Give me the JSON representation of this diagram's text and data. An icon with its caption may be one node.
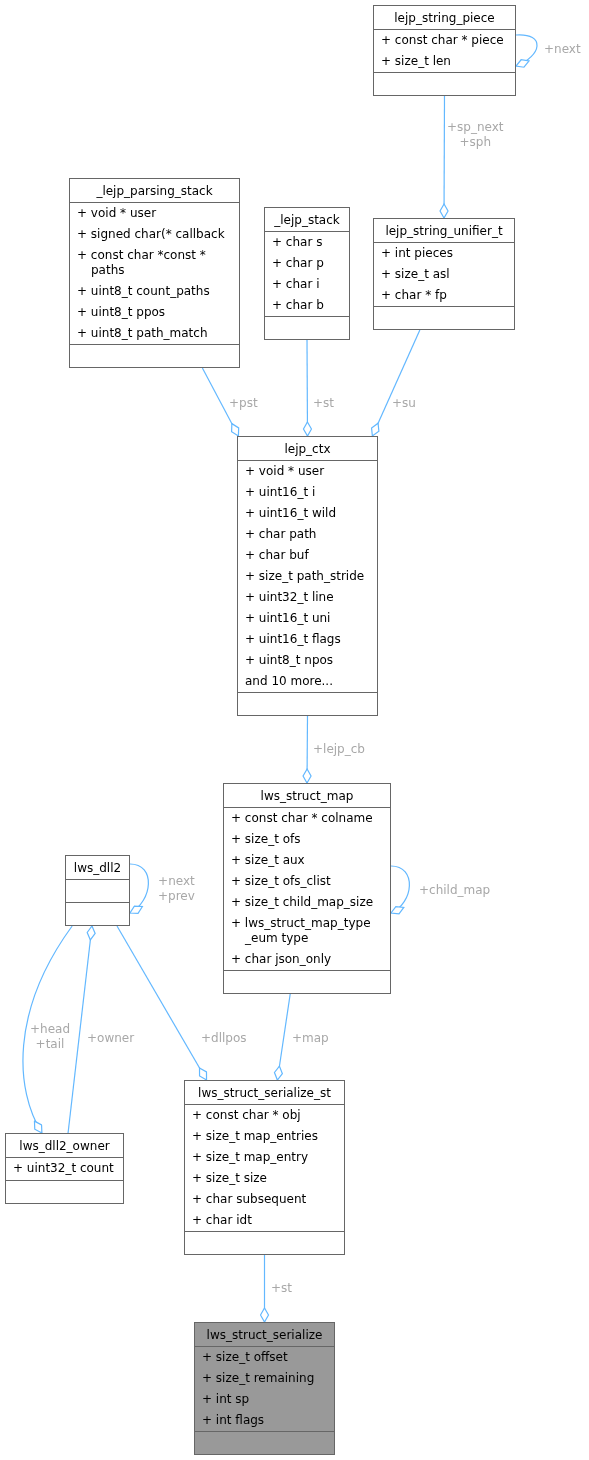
{
  "diagram": {
    "nodes": [
      {
        "text": [
          "lejp_string_piece",
          "+ const char * piece",
          "+ size_t len"
        ]
      },
      {
        "text": [
          "_lejp_parsing_stack",
          "+ void * user",
          "+ signed char(* callback",
          "+ const char *const * paths",
          "+ uint8_t count_paths",
          "+ uint8_t ppos",
          "+ uint8_t path_match"
        ]
      },
      {
        "text": [
          "_lejp_stack",
          "+ char s",
          "+ char p",
          "+ char i",
          "+ char b"
        ]
      },
      {
        "text": [
          "lejp_string_unifier_t",
          "+ int pieces",
          "+ size_t asl",
          "+ char * fp"
        ]
      },
      {
        "text": [
          "lejp_ctx",
          "+ void * user",
          "+ uint16_t i",
          "+ uint16_t wild",
          "+ char path",
          "+ char buf",
          "+ size_t path_stride",
          "+ uint32_t line",
          "+ uint16_t uni",
          "+ uint16_t flags",
          "+ uint8_t npos",
          "and 10 more..."
        ]
      },
      {
        "text": [
          "lws_struct_map",
          "+ const char * colname",
          "+ size_t ofs",
          "+ size_t aux",
          "+ size_t ofs_clist",
          "+ size_t child_map_size",
          "+ lws_struct_map_type _eum type",
          "+ char json_only"
        ]
      },
      {
        "text": [
          "lws_dll2"
        ]
      },
      {
        "text": [
          "lws_struct_serialize_st",
          "+ const char * obj",
          "+ size_t map_entries",
          "+ size_t map_entry",
          "+ size_t size",
          "+ char subsequent",
          "+ char idt"
        ]
      },
      {
        "text": [
          "lws_dll2_owner",
          "+ uint32_t count"
        ]
      },
      {
        "text": [
          "lws_struct_serialize",
          "+ size_t offset",
          "+ size_t remaining",
          "+ int sp",
          "+ int flags"
        ]
      }
    ],
    "edges": [
      {
        "from": 0,
        "to": 0,
        "arrow": "other",
        "label": "+next"
      },
      {
        "from": 0,
        "to": 3,
        "arrow": "other",
        "label": "+sp_next +sph"
      },
      {
        "from": 1,
        "to": 4,
        "arrow": "other",
        "label": "+pst"
      },
      {
        "from": 2,
        "to": 4,
        "arrow": "other",
        "label": "+st"
      },
      {
        "from": 3,
        "to": 4,
        "arrow": "other",
        "label": "+su"
      },
      {
        "from": 4,
        "to": 5,
        "arrow": "other",
        "label": "+lejp_cb"
      },
      {
        "from": 5,
        "to": 5,
        "arrow": "other",
        "label": "+child_map"
      },
      {
        "from": 6,
        "to": 6,
        "arrow": "other",
        "label": "+next +prev"
      },
      {
        "from": 6,
        "to": 8,
        "arrow": "other",
        "label": "+head +tail"
      },
      {
        "from": 8,
        "to": 6,
        "arrow": "other",
        "label": "+owner"
      },
      {
        "from": 6,
        "to": 7,
        "arrow": "other",
        "label": "+dllpos"
      },
      {
        "from": 5,
        "to": 7,
        "arrow": "other",
        "label": "+map"
      },
      {
        "from": 7,
        "to": 9,
        "arrow": "other",
        "label": "+st"
      }
    ]
  }
}
